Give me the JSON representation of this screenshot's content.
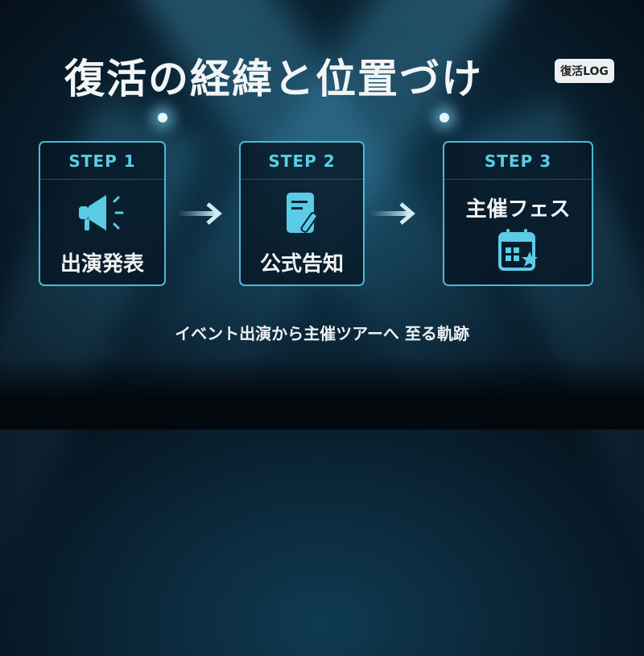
{
  "title": "復活の経緯と位置づけ",
  "badge": "復活LOG",
  "steps": [
    {
      "step": "STEP 1",
      "label": "出演発表",
      "icon": "megaphone-icon"
    },
    {
      "step": "STEP 2",
      "label": "公式告知",
      "icon": "document-pen-icon"
    },
    {
      "step": "STEP 3",
      "label": "主催フェス",
      "icon": "calendar-star-icon"
    }
  ],
  "subtitle": "イベント出演から主催ツアーへ 至る軌跡",
  "colors": {
    "accent": "#5ccbe6",
    "border": "#4fb7d4",
    "background": "#0a2536"
  }
}
